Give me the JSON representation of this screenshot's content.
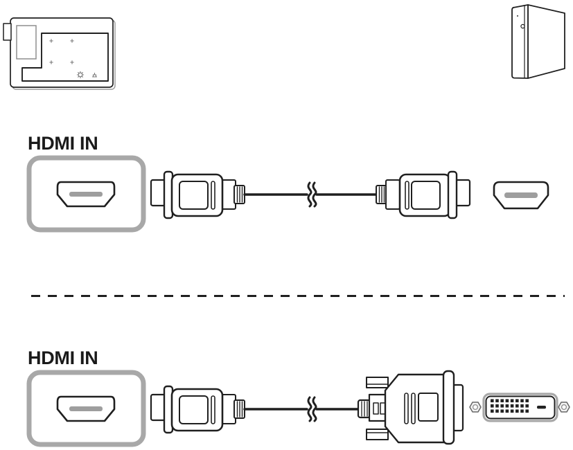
{
  "colors": {
    "background": "#ffffff",
    "line": "#1f1f1f",
    "label_text": "#1a1a1a",
    "port_frame": "#a8a8a8",
    "connector_tongue": "#9e9e9e",
    "detail_gray": "#777777"
  },
  "devices": {
    "display": "display-back-panel-icon",
    "computer": "pc-tower-icon"
  },
  "sections": [
    {
      "label": "HDMI IN",
      "source_port_icon": "hdmi-port-icon",
      "cable_icon": "hdmi-to-hdmi-cable-icon",
      "target_icon": "hdmi-plug-icon"
    },
    {
      "label": "HDMI IN",
      "source_port_icon": "hdmi-port-icon",
      "cable_icon": "hdmi-to-dvi-cable-icon",
      "target_icon": "dvi-port-icon"
    }
  ],
  "divider": {
    "style": "dashed"
  }
}
